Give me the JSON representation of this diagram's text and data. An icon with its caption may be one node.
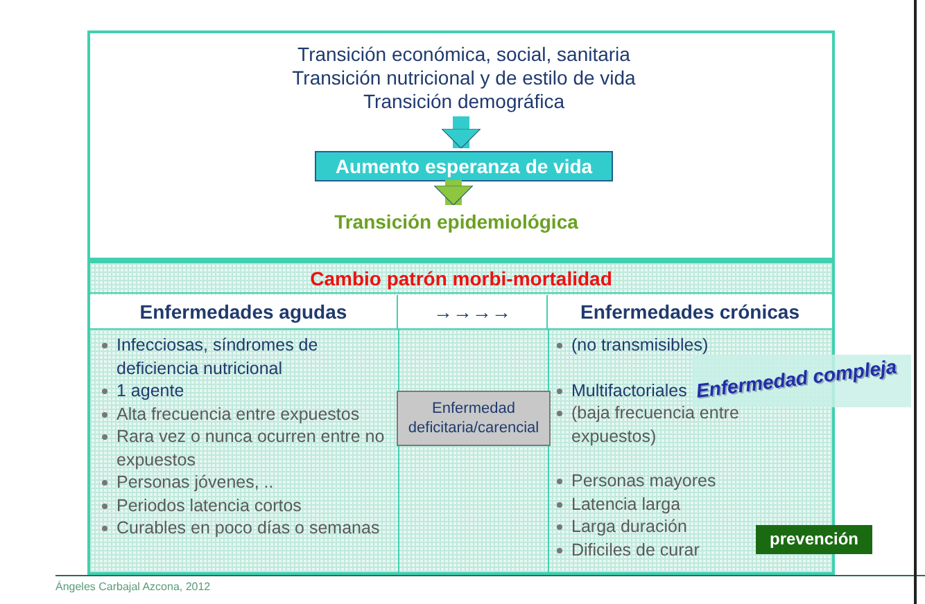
{
  "diagram": {
    "nodes": [
      {
        "text": [],
        "shape": "box"
      },
      {
        "text": [
          "Transición económica, social, sanitaria",
          "Transición nutricional y de estilo de vida",
          "Transición demográfica"
        ],
        "in": 0
      },
      {
        "text": [
          "Aumento esperanza de vida"
        ],
        "in": 0
      },
      {
        "text": [
          "Transición epidemiológica"
        ],
        "in": 0
      },
      {
        "text": [
          "Enfermedad deficitaria/carencial"
        ]
      },
      {
        "text": [
          "prevención"
        ]
      },
      {
        "text": [
          "Enfermedad compleja"
        ]
      }
    ],
    "edges": [
      {
        "from": 1,
        "to": 2,
        "arrow": "to",
        "color": "#33cccc"
      },
      {
        "from": 2,
        "to": 3,
        "arrow": "to",
        "color": "#8dc63f"
      }
    ],
    "labels": [
      "Cambio patrón morbi-mortalidad",
      "Enfermedades agudas",
      "→→→→",
      "Enfermedades crónicas",
      "Infecciosas, síndromes de deficiencia nutricional",
      "1 agente",
      "Alta frecuencia entre expuestos",
      "Rara vez o nunca ocurren entre no expuestos",
      "Personas jóvenes, ..",
      "Periodos latencia cortos",
      "Curables en poco días o semanas",
      "(no transmisibles)",
      "Multifactoriales",
      "(baja frecuencia entre expuestos)",
      "Personas mayores",
      "Latencia larga",
      "Larga duración",
      "Dificiles de curar",
      "Ángeles Carbajal Azcona, 2012"
    ]
  }
}
